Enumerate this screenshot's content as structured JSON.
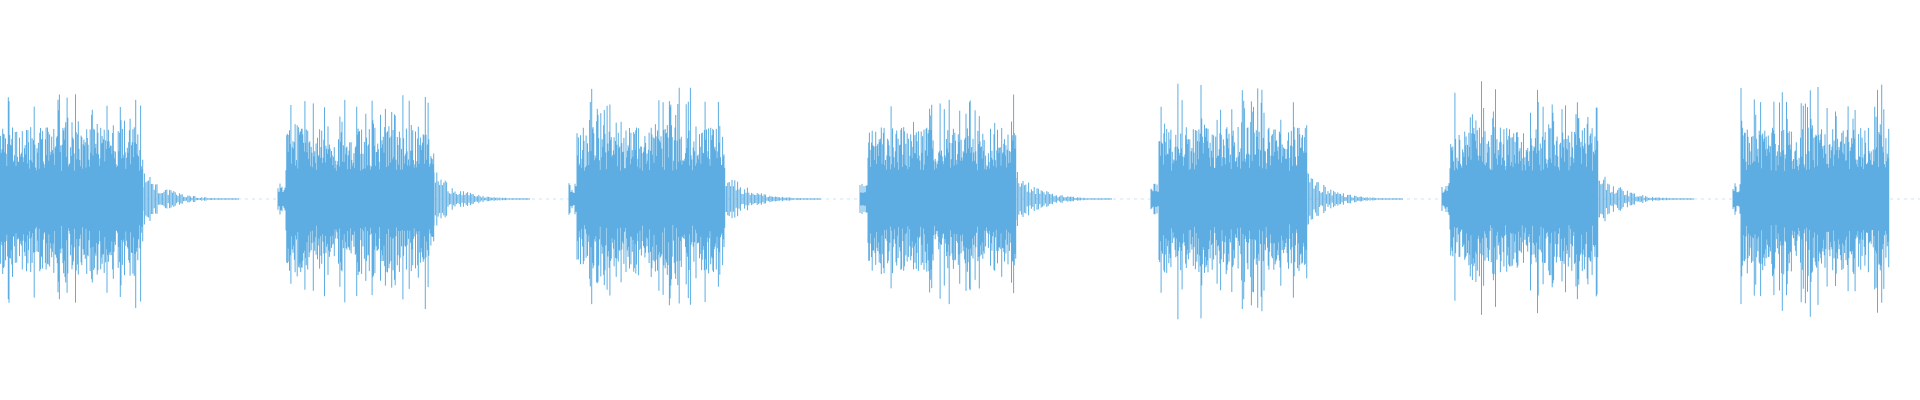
{
  "waveform": {
    "color": "#5DADE2",
    "background": "#FFFFFF",
    "burst_count": 7,
    "bursts": [
      {
        "index": 1,
        "peak": 0.56,
        "body_level": 0.4,
        "tail": true,
        "clipped_start": true
      },
      {
        "index": 2,
        "peak": 0.53,
        "body_level": 0.4,
        "tail": true,
        "clipped_start": false
      },
      {
        "index": 3,
        "peak": 0.56,
        "body_level": 0.4,
        "tail": true,
        "clipped_start": false
      },
      {
        "index": 4,
        "peak": 0.55,
        "body_level": 0.4,
        "tail": true,
        "clipped_start": false
      },
      {
        "index": 5,
        "peak": 0.58,
        "body_level": 0.4,
        "tail": true,
        "clipped_start": false
      },
      {
        "index": 6,
        "peak": 0.59,
        "body_level": 0.4,
        "tail": true,
        "clipped_start": false
      },
      {
        "index": 7,
        "peak": 0.58,
        "body_level": 0.4,
        "tail": false,
        "clipped_end": true
      }
    ]
  }
}
